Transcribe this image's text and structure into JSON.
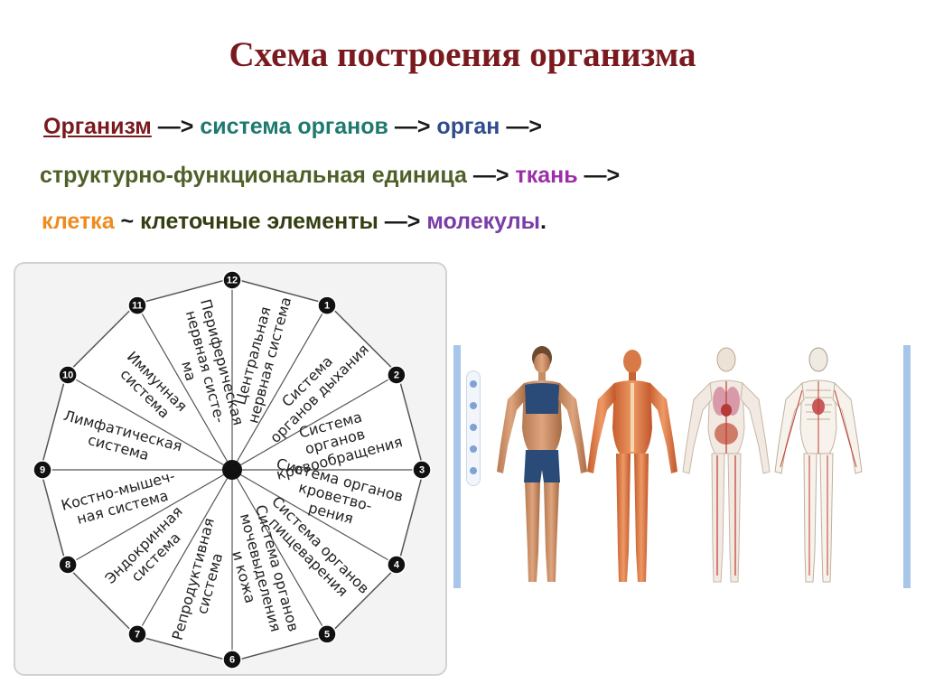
{
  "title": "Схема построения организма",
  "chain": {
    "organism": "Организм",
    "arrow1": " —> ",
    "organ_system": "система органов",
    "arrow2": " —> ",
    "organ": "орган",
    "arrow3": " —>",
    "unit": "структурно-функциональная единица",
    "arrow4": " —> ",
    "tissue": "ткань",
    "arrow5": " —>",
    "cell": "клетка",
    "tilde": " ~ ",
    "cell_elements": "клеточные элементы",
    "arrow6": " —> ",
    "molecules": "молекулы",
    "period": "."
  },
  "wheel": {
    "numbers": [
      "1",
      "2",
      "3",
      "4",
      "5",
      "6",
      "7",
      "8",
      "9",
      "10",
      "11",
      "12"
    ],
    "segments": [
      [
        "Центральная",
        "нервная система"
      ],
      [
        "Система",
        "органов дыхания"
      ],
      [
        "Система",
        "органов",
        "кровообращения"
      ],
      [
        "Система органов",
        "кроветво-",
        "рения"
      ],
      [
        "Система органов",
        "пищеварения"
      ],
      [
        "Система органов",
        "мочевыделения",
        "и кожа"
      ],
      [
        "Репродуктивная",
        "система"
      ],
      [
        "Эндокринная",
        "система"
      ],
      [
        "Костно-мышеч-",
        "ная система"
      ],
      [
        "Лимфатическая",
        "система"
      ],
      [
        "Иммунная",
        "система"
      ],
      [
        "Периферическая",
        "нервная систе-",
        "ма"
      ]
    ]
  },
  "colors": {
    "title": "#7a1a1e",
    "wheel_fill": "#ffffff",
    "wheel_stroke": "#555555",
    "number_fill": "#111111",
    "side_bar": "#a8c6ea"
  }
}
